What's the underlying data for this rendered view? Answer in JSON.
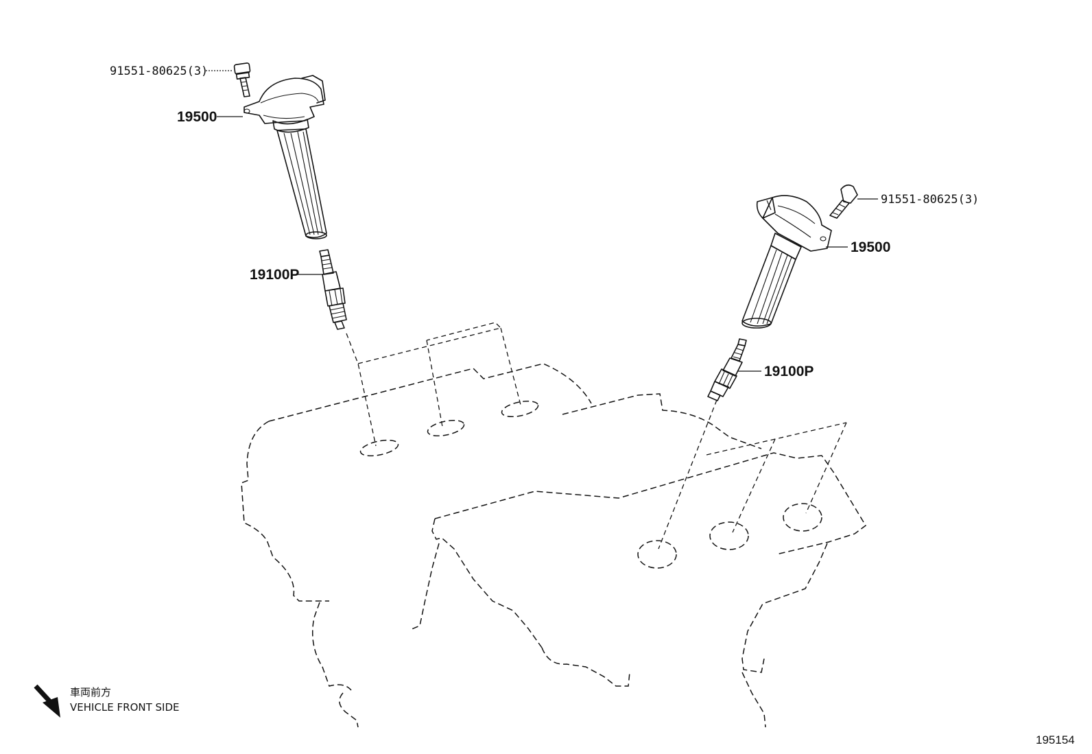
{
  "labels": {
    "bolt_left": "91551-80625(3)",
    "coil_left": "19500",
    "plug_left": "19100P",
    "bolt_right": "91551-80625(3)",
    "coil_right": "19500",
    "plug_right": "19100P"
  },
  "orientation": {
    "jp": "車両前方",
    "en": "VEHICLE FRONT SIDE"
  },
  "figure_number": "195154"
}
